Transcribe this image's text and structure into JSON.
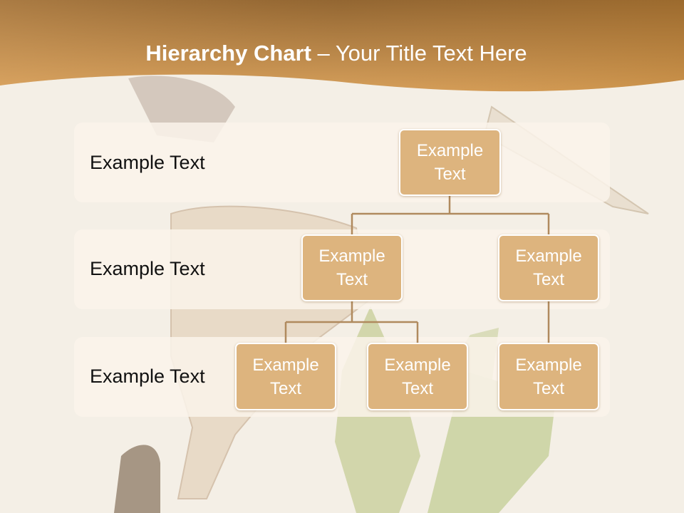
{
  "title": {
    "bold": "Hierarchy Chart",
    "rest": " – Your Title Text Here"
  },
  "colors": {
    "header": "#c48a3e",
    "node": "#ddb47e",
    "band": "#faf3ea",
    "connector": "#b08a5e"
  },
  "rows": [
    {
      "label": "Example Text"
    },
    {
      "label": "Example Text"
    },
    {
      "label": "Example Text"
    }
  ],
  "nodes": {
    "root": {
      "line1": "Example",
      "line2": "Text"
    },
    "level2_left": {
      "line1": "Example",
      "line2": "Text"
    },
    "level2_right": {
      "line1": "Example",
      "line2": "Text"
    },
    "level3_left": {
      "line1": "Example",
      "line2": "Text"
    },
    "level3_middle": {
      "line1": "Example",
      "line2": "Text"
    },
    "level3_right": {
      "line1": "Example",
      "line2": "Text"
    }
  }
}
